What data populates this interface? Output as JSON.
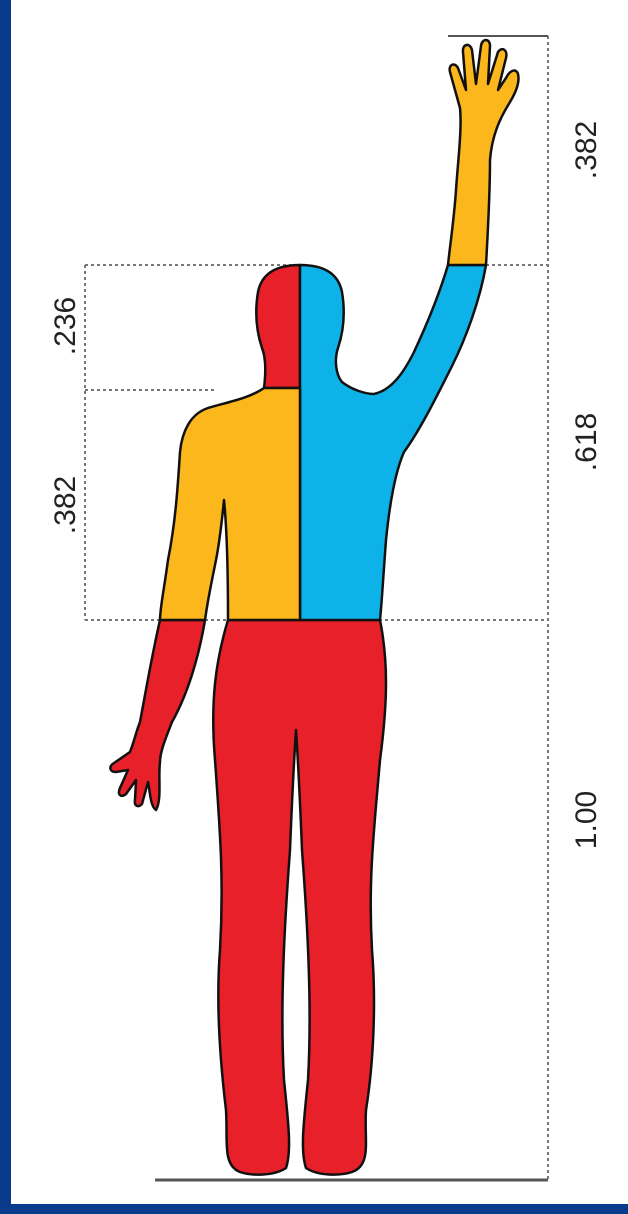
{
  "labels": {
    "head": ".236",
    "torso": ".382",
    "forearm": ".382",
    "arm_to_waist": ".618",
    "total_height": "1.00"
  },
  "colors": {
    "frame": "#0a3a8c",
    "red": "#e8202a",
    "blue": "#0db2e8",
    "yellow": "#fbb71c",
    "outline": "#111111",
    "guide": "#777777",
    "label": "#222222"
  }
}
